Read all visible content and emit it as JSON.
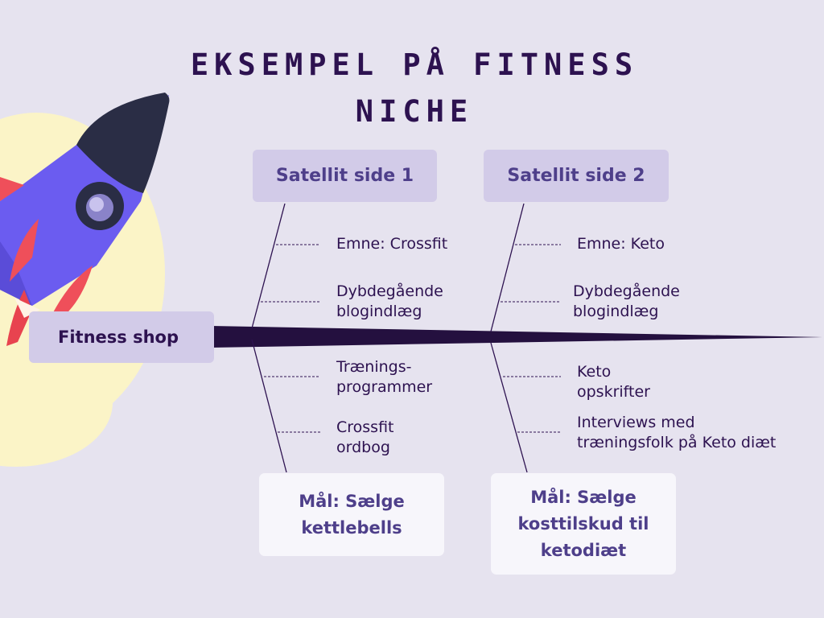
{
  "title_line1": "EKSEMPEL PÅ FITNESS",
  "title_line2": "NICHE",
  "hub": "Fitness shop",
  "satellites": [
    {
      "label": "Satellit side 1",
      "topics": [
        {
          "line1": "Emne: Crossfit",
          "line2": ""
        },
        {
          "line1": "Dybdegående",
          "line2": "blogindlæg"
        },
        {
          "line1": "Trænings-",
          "line2": "programmer"
        },
        {
          "line1": "Crossfit",
          "line2": "ordbog"
        }
      ],
      "goal": {
        "line1": "Mål: Sælge",
        "line2": "kettlebells",
        "line3": ""
      }
    },
    {
      "label": "Satellit side 2",
      "topics": [
        {
          "line1": "Emne: Keto",
          "line2": ""
        },
        {
          "line1": "Dybdegående",
          "line2": "blogindlæg"
        },
        {
          "line1": "Keto",
          "line2": "opskrifter"
        },
        {
          "line1": "Interviews med",
          "line2": "træningsfolk på Keto diæt"
        }
      ],
      "goal": {
        "line1": "Mål: Sælge",
        "line2": "kosttilskud til",
        "line3": "ketodiæt"
      }
    }
  ],
  "colors": {
    "background": "#e6e3ef",
    "accent": "#4e3f8a",
    "dark": "#2d1250",
    "rocket_body": "#6b5cf0",
    "rocket_fin": "#ef4f5a",
    "sun": "#fbf4c7"
  },
  "icons": [
    "rocket-icon"
  ]
}
